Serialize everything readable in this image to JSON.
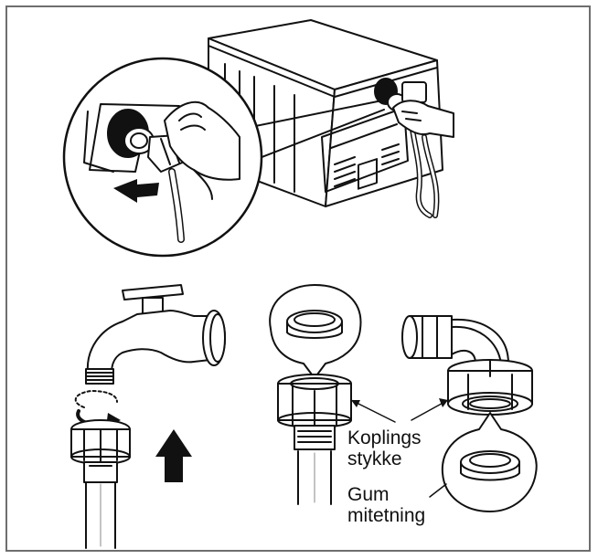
{
  "labels": {
    "coupling_line1": "Koplings",
    "coupling_line2": "stykke",
    "gasket_line1": "Gum",
    "gasket_line2": "mitetning"
  },
  "colors": {
    "ink": "#111111",
    "border": "#6e6e6e",
    "background": "#ffffff"
  },
  "icons": [
    "washing-machine",
    "hand",
    "magnifier-circle",
    "water-tap",
    "hose",
    "coupling",
    "rubber-gasket",
    "arrow-up",
    "rotate-arrow"
  ]
}
